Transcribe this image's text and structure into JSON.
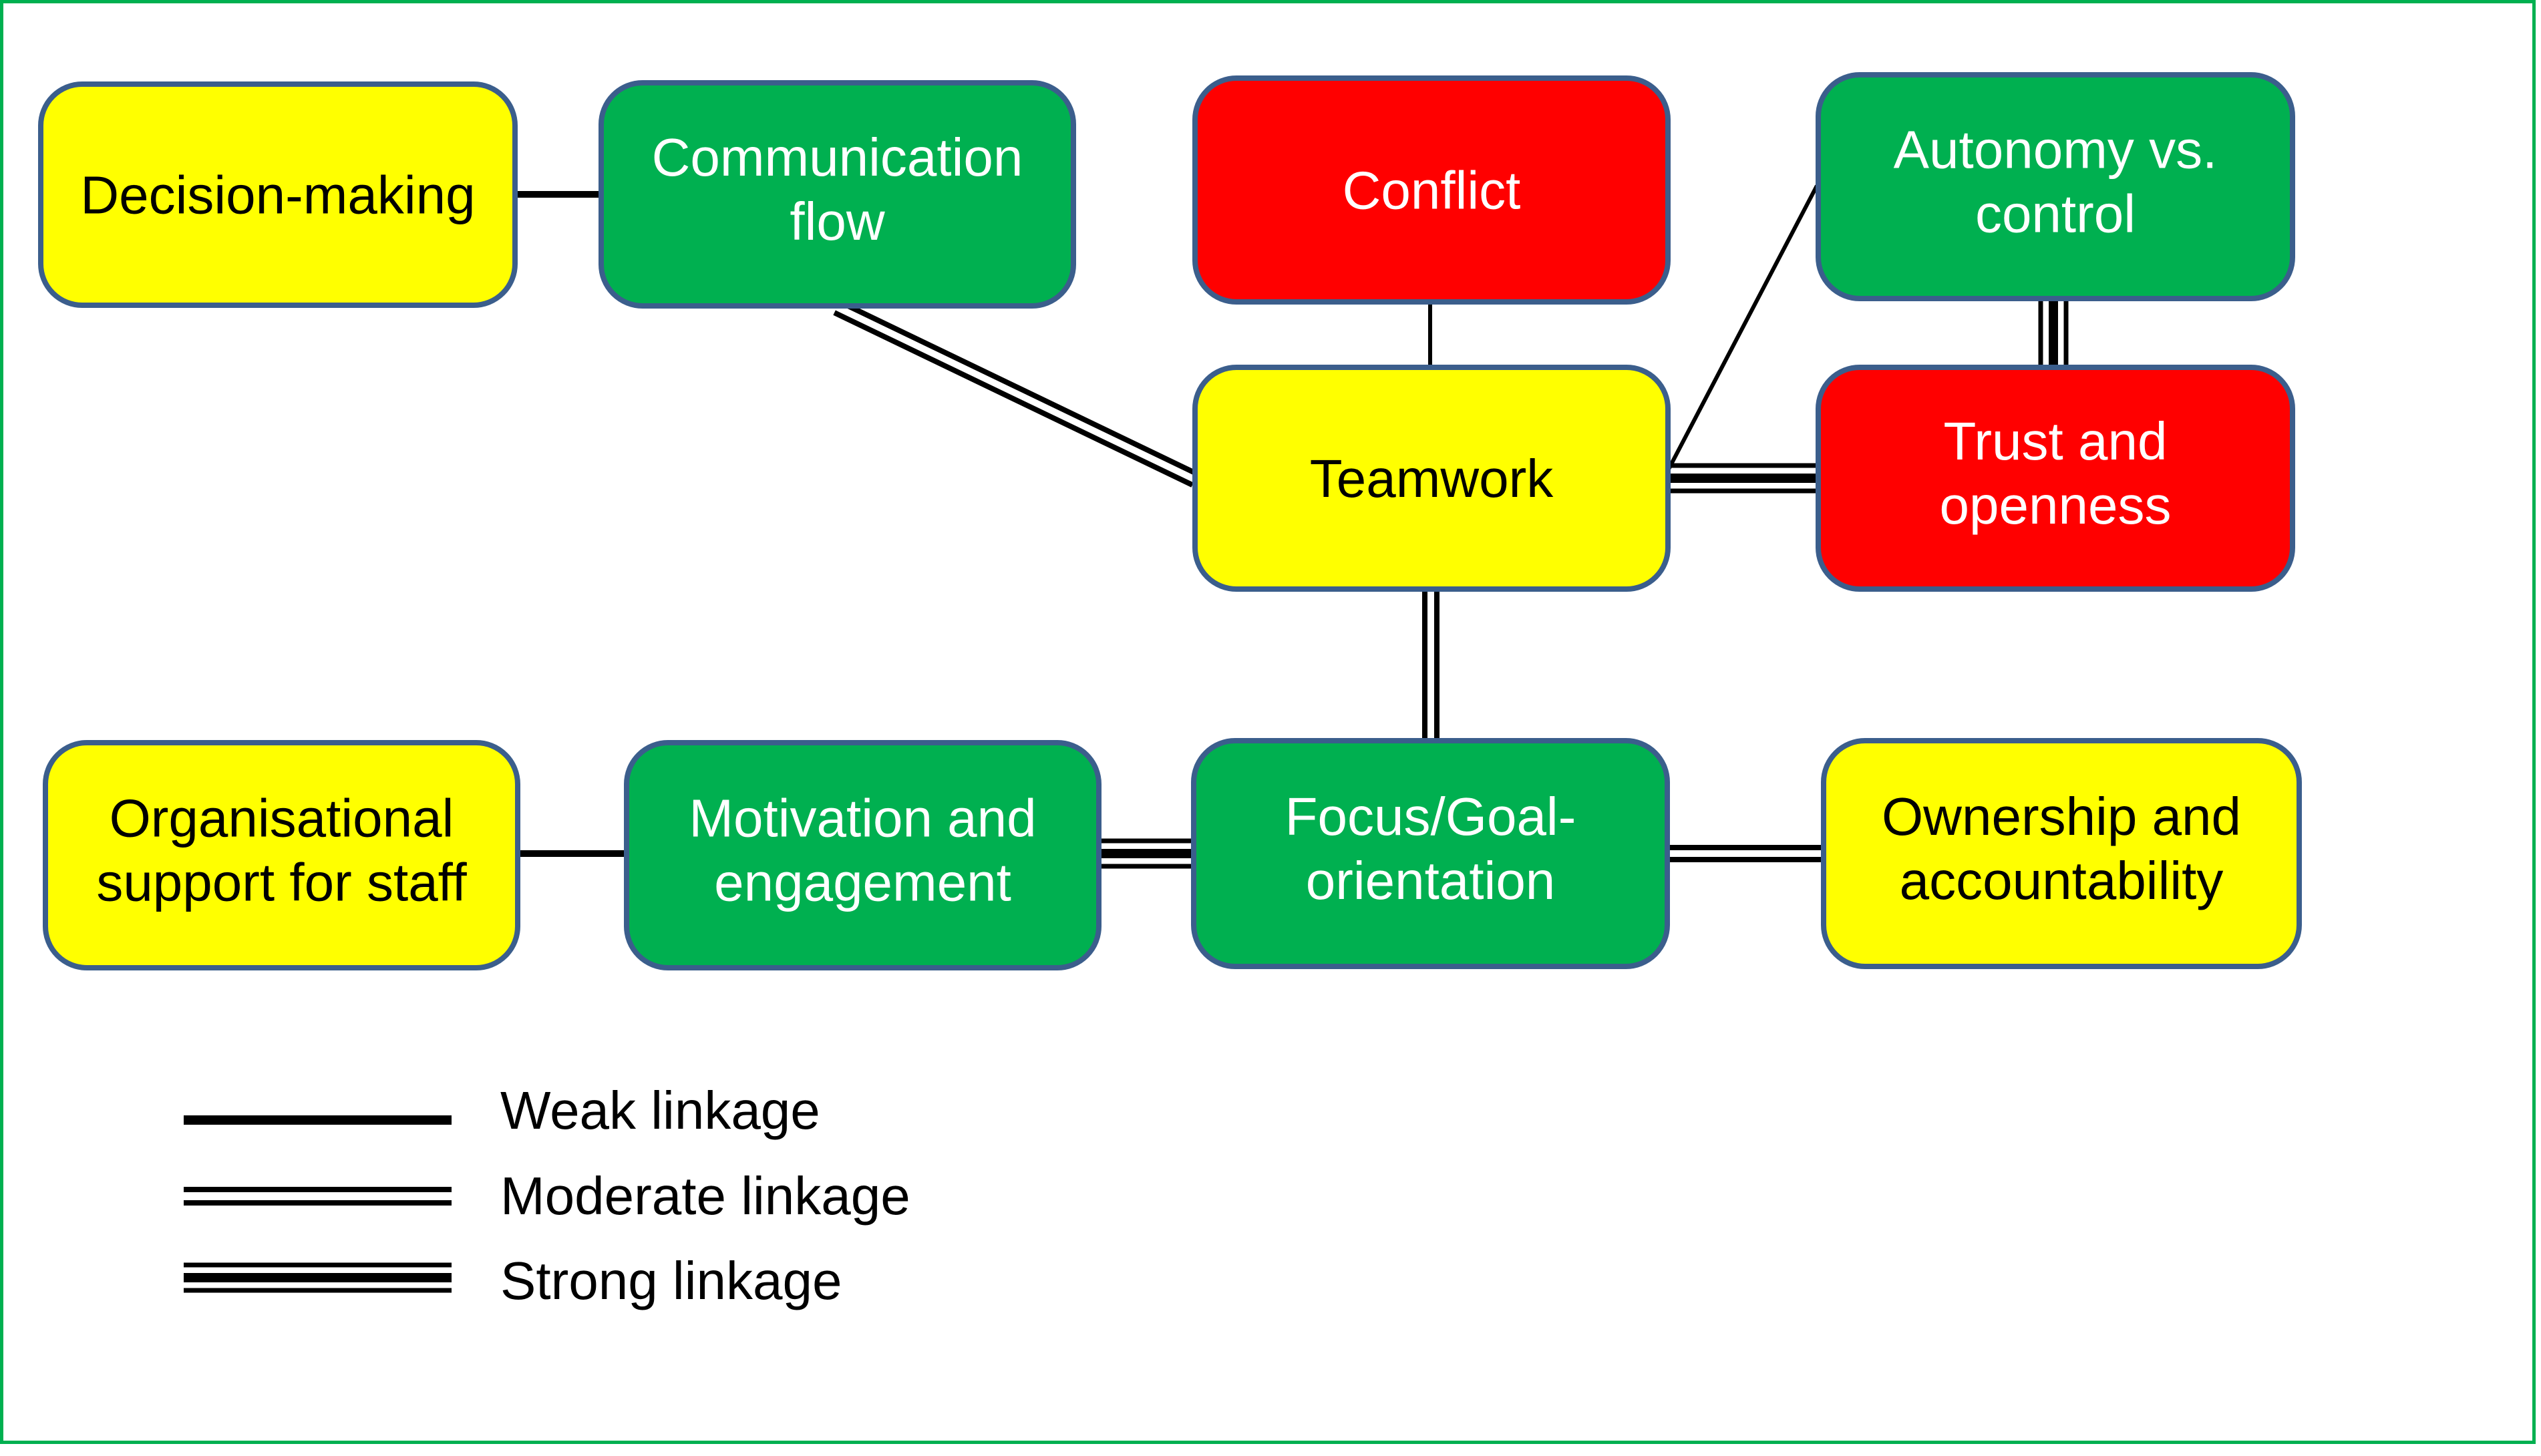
{
  "diagram": {
    "title": "",
    "palette": {
      "yellow": "#FFFF00",
      "green": "#00B050",
      "red": "#FF0000",
      "border": "#3B5E8C",
      "frame": "#00B050"
    },
    "nodes": [
      {
        "id": "decision-making",
        "label": [
          "Decision-making"
        ],
        "color": "yellow"
      },
      {
        "id": "communication-flow",
        "label": [
          "Communication",
          "flow"
        ],
        "color": "green"
      },
      {
        "id": "conflict",
        "label": [
          "Conflict"
        ],
        "color": "red"
      },
      {
        "id": "autonomy-vs-control",
        "label": [
          "Autonomy vs.",
          "control"
        ],
        "color": "green"
      },
      {
        "id": "teamwork",
        "label": [
          "Teamwork"
        ],
        "color": "yellow"
      },
      {
        "id": "trust-and-openness",
        "label": [
          "Trust and",
          "openness"
        ],
        "color": "red"
      },
      {
        "id": "organisational-support",
        "label": [
          "Organisational",
          "support for staff"
        ],
        "color": "yellow"
      },
      {
        "id": "motivation-and-engagement",
        "label": [
          "Motivation and",
          "engagement"
        ],
        "color": "green"
      },
      {
        "id": "focus-goal-orientation",
        "label": [
          "Focus/Goal-",
          "orientation"
        ],
        "color": "green"
      },
      {
        "id": "ownership-and-accountability",
        "label": [
          "Ownership and",
          "accountability"
        ],
        "color": "yellow"
      }
    ],
    "links": [
      {
        "from": "decision-making",
        "to": "communication-flow",
        "strength": "weak"
      },
      {
        "from": "communication-flow",
        "to": "teamwork",
        "strength": "moderate"
      },
      {
        "from": "conflict",
        "to": "teamwork",
        "strength": "weak"
      },
      {
        "from": "teamwork",
        "to": "autonomy-vs-control",
        "strength": "weak"
      },
      {
        "from": "autonomy-vs-control",
        "to": "trust-and-openness",
        "strength": "strong"
      },
      {
        "from": "teamwork",
        "to": "trust-and-openness",
        "strength": "strong"
      },
      {
        "from": "teamwork",
        "to": "focus-goal-orientation",
        "strength": "moderate"
      },
      {
        "from": "organisational-support",
        "to": "motivation-and-engagement",
        "strength": "weak"
      },
      {
        "from": "motivation-and-engagement",
        "to": "focus-goal-orientation",
        "strength": "strong"
      },
      {
        "from": "focus-goal-orientation",
        "to": "ownership-and-accountability",
        "strength": "moderate"
      }
    ]
  },
  "legend": {
    "items": [
      {
        "strength": "weak",
        "label": "Weak linkage"
      },
      {
        "strength": "moderate",
        "label": "Moderate linkage"
      },
      {
        "strength": "strong",
        "label": "Strong linkage"
      }
    ]
  }
}
